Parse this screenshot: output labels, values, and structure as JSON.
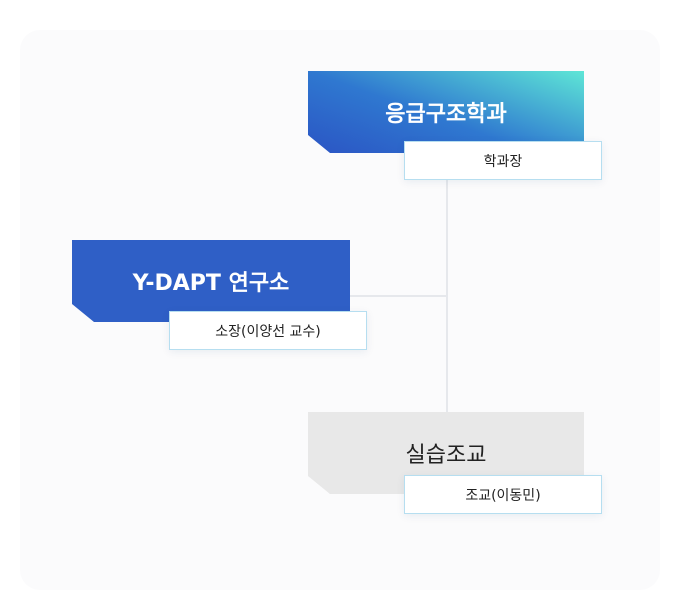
{
  "nodes": [
    {
      "title": "응급구조학과",
      "subtitle": "학과장",
      "color_from": "#2f5fc6",
      "color_to": "#5ee3d6"
    },
    {
      "title": "Y-DAPT 연구소",
      "subtitle": "소장(이양선 교수)",
      "color": "#2f5fc6"
    },
    {
      "title": "실습조교",
      "subtitle": "조교(이동민)",
      "color": "#e8e8e8"
    }
  ]
}
